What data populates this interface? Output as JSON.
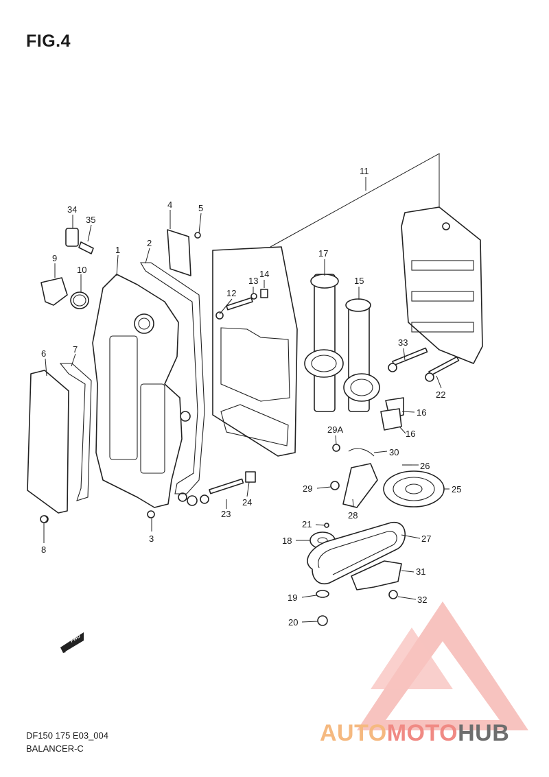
{
  "figure": {
    "title": "FIG.4"
  },
  "caption": {
    "line1": "DF150 175 E03_004",
    "line2": "BALANCER-C"
  },
  "watermark": {
    "part1": "AUTO",
    "part2": "MOTO",
    "part3": "HUB",
    "colors": [
      "#f5b980",
      "#f08a84",
      "#6e6e6e"
    ]
  },
  "badge": {
    "text": "FWD"
  },
  "callouts": [
    "34",
    "35",
    "4",
    "5",
    "1",
    "2",
    "9",
    "10",
    "11",
    "17",
    "15",
    "13",
    "14",
    "12",
    "33",
    "22",
    "6",
    "7",
    "16",
    "16",
    "29A",
    "30",
    "26",
    "25",
    "29",
    "28",
    "23",
    "24",
    "21",
    "18",
    "27",
    "31",
    "19",
    "32",
    "20",
    "3",
    "8"
  ]
}
